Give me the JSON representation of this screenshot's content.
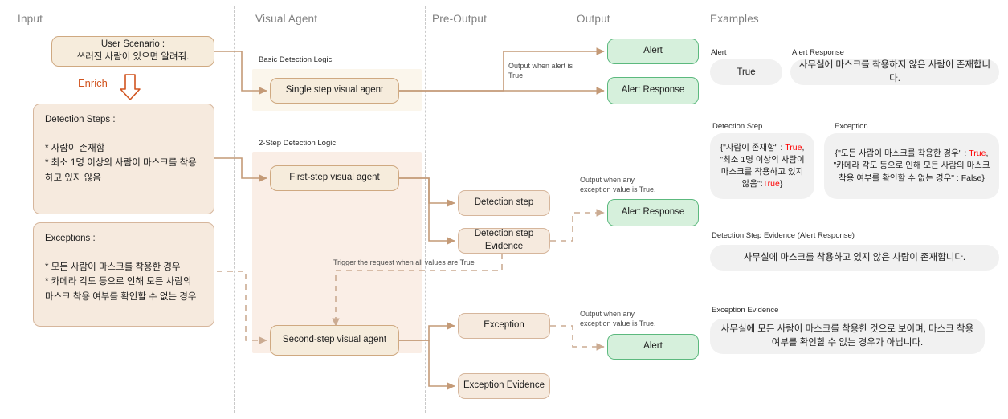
{
  "columns": [
    {
      "key": "input",
      "title": "Input"
    },
    {
      "key": "agent",
      "title": "Visual Agent"
    },
    {
      "key": "preout",
      "title": "Pre-Output"
    },
    {
      "key": "output",
      "title": "Output"
    },
    {
      "key": "examples",
      "title": "Examples"
    }
  ],
  "input": {
    "user_scenario": {
      "title": "User Scenario :",
      "body": "쓰러진 사람이 있으면 알려줘."
    },
    "enrich_label": "Enrich",
    "detection_steps": {
      "title": "Detection Steps :",
      "items": [
        "* 사람이 존재함",
        "* 최소 1명 이상의 사람이 마스크를 착용하고 있지 않음"
      ]
    },
    "exceptions": {
      "title": "Exceptions :",
      "items": [
        "* 모든 사람이 마스크를 착용한 경우",
        "* 카메라 각도 등으로 인해 모든 사람의 마스크 착용 여부를 확인할 수 없는 경우"
      ]
    }
  },
  "agent": {
    "basic_logic_label": "Basic Detection Logic",
    "two_step_logic_label": "2-Step Detection Logic",
    "single_step": "Single step visual agent",
    "first_step": "First-step visual agent",
    "second_step": "Second-step visual agent",
    "trigger_note": "Trigger the request when all values are True"
  },
  "pre_output": {
    "note_alert_true": "Output when alert is True",
    "detection_step": "Detection step",
    "detection_step_evidence": "Detection step Evidence",
    "exception": "Exception",
    "exception_evidence": "Exception Evidence",
    "note_exception_true_1": "Output when any exception value is True.",
    "note_exception_true_2": "Output when any exception value is True."
  },
  "output": {
    "alert_top": "Alert",
    "alert_response_top": "Alert Response",
    "alert_response_mid": "Alert Response",
    "alert_bottom": "Alert"
  },
  "examples": {
    "alert_caption": "Alert",
    "alert_value": "True",
    "alert_response_caption": "Alert Response",
    "alert_response_value": "사무실에 마스크를 착용하지 않은 사람이 존재합니다.",
    "detection_step_caption": "Detection Step",
    "detection_step_value_pre": "{\"사람이 존재함\" : ",
    "detection_step_true_1": "True",
    "detection_step_value_mid": ",\n\"최소 1명 이상의 사람이 마스크를 착용하고 있지 않음\":",
    "detection_step_true_2": "True",
    "detection_step_value_post": "}",
    "exception_caption": "Exception",
    "exception_value_pre": "{\"모든 사람이 마스크를 착용한 경우\" :",
    "exception_true": "True",
    "exception_value_mid": ",\n\"카메라 각도 등으로 인해 모든 사람의 마스크 착용 여부를 확인할 수 없는 경우\" :\nFalse}",
    "dse_caption": "Detection Step Evidence (Alert Response)",
    "dse_value": "사무실에 마스크를 착용하고 있지 않은 사람이 존재합니다.",
    "ee_caption": "Exception Evidence",
    "ee_value": "사무실에 모든 사람이 마스크를 착용한 것으로 보이며, 마스크 착용 여부를 확인할 수 없는 경우가 아닙니다."
  },
  "colors": {
    "tan_border": "#cfa981",
    "tan_fill": "#f6ecdc",
    "soft_border": "#d6b69c",
    "soft_fill": "#f6eade",
    "green_border": "#5cb97e",
    "green_fill": "#d6f0dc",
    "wire": "#c49a77",
    "dashed_wire": "#cbab92",
    "enrich": "#d1541f",
    "true_red": "#ff0000",
    "column_title": "#808080"
  }
}
